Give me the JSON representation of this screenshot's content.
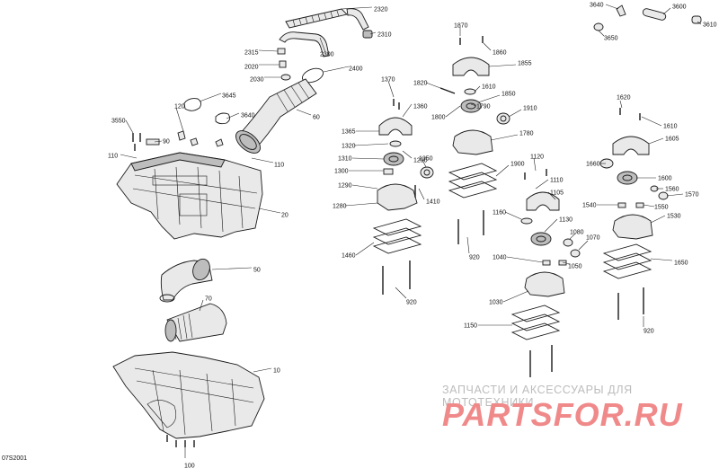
{
  "diagram_code": "07S2001",
  "watermark": {
    "tagline": "ЗАПЧАСТИ И АКСЕССУАРЫ ДЛЯ МОТОТЕХНИКИ",
    "logo": "PARTSFOR.RU"
  },
  "callouts": [
    "2320",
    "2310",
    "2300",
    "2315",
    "2020",
    "2030",
    "2400",
    "60",
    "3645",
    "3640",
    "120",
    "3550",
    "90",
    "110",
    "110",
    "20",
    "50",
    "70",
    "10",
    "100",
    "1370",
    "1820",
    "1360",
    "1365",
    "1320",
    "1310",
    "1300",
    "1290",
    "1290",
    "1350",
    "1280",
    "1410",
    "1460",
    "920",
    "920",
    "1870",
    "1860",
    "1855",
    "1610",
    "1850",
    "1800",
    "1790",
    "1910",
    "1780",
    "1900",
    "1120",
    "1110",
    "1105",
    "1160",
    "1130",
    "1080",
    "1070",
    "1040",
    "1050",
    "1030",
    "1150",
    "3640",
    "3600",
    "3610",
    "3650",
    "1620",
    "1610",
    "1605",
    "1660",
    "1600",
    "1560",
    "1570",
    "1540",
    "1550",
    "1530",
    "1650",
    "920"
  ]
}
